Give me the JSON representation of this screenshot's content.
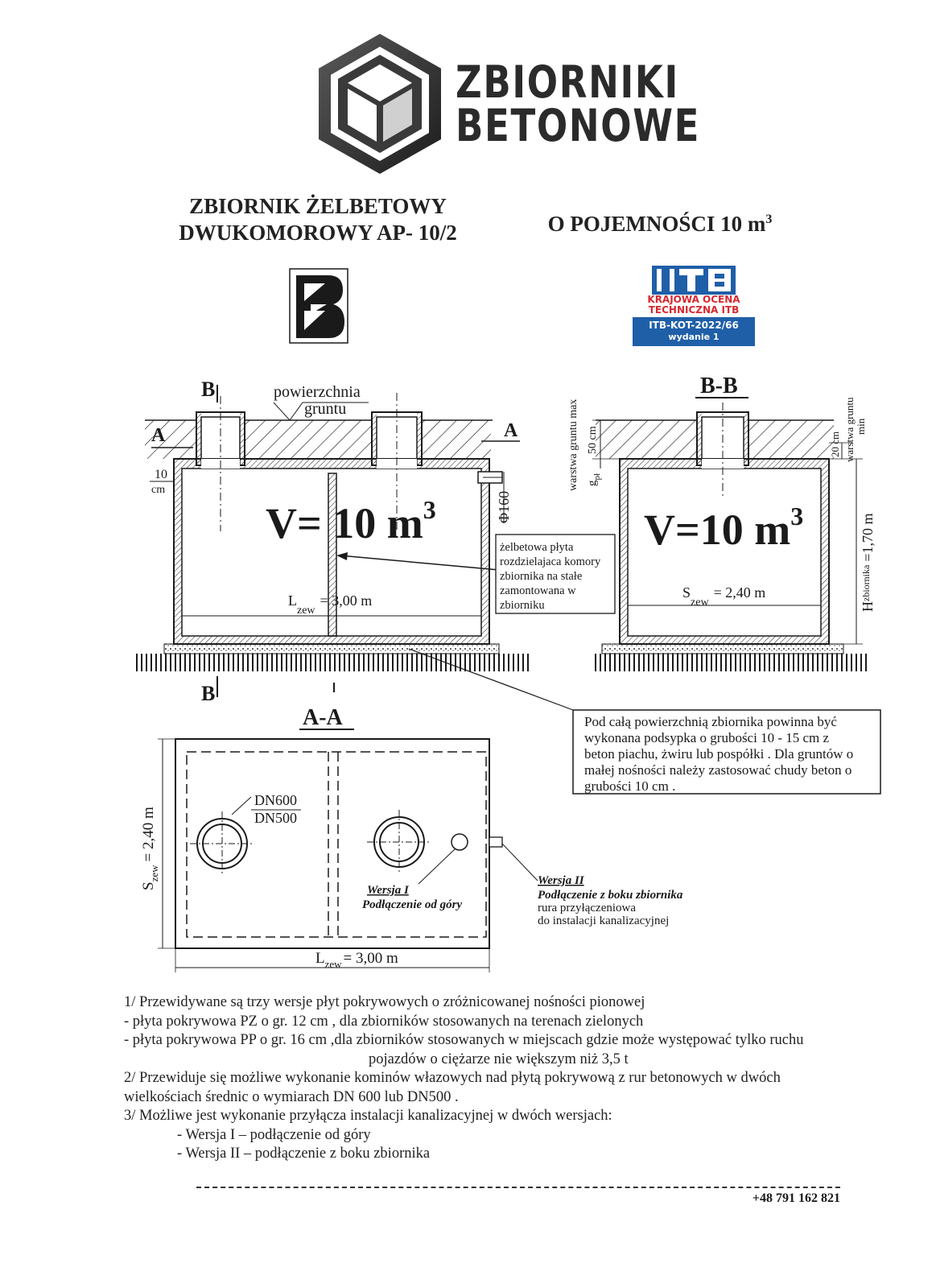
{
  "logo": {
    "line1": "ZBIORNIKI",
    "line2": "BETONOWE",
    "icon": "hexagon-cube-icon"
  },
  "title": {
    "left_line1": "ZBIORNIK ŻELBETOWY",
    "left_line2": "DWUKOMOROWY AP- 10/2",
    "right_main": "O POJEMNOŚCI 10 m",
    "right_sup": "3"
  },
  "badges": {
    "b_logo_icon": "b-letter-logo",
    "itb_logo": "ITB",
    "itb_line1": "KRAJOWA OCENA",
    "itb_line2": "TECHNICZNA ITB",
    "itb_code": "ITB-KOT-2022/66",
    "itb_edition": "wydanie 1"
  },
  "section_ab": {
    "label_b_top": "B",
    "label_b_bottom": "B",
    "label_a_left": "A",
    "label_a_right": "A",
    "ground_label_1": "powierzchnia",
    "ground_label_2": "gruntu",
    "wall_thickness": "10",
    "wall_unit": "cm",
    "volume": "V= 10 m",
    "volume_sup": "3",
    "pipe_diameter": "Φ160",
    "length_label": "L",
    "length_sub": "zew",
    "length_value": "= 3,00 m",
    "callout": [
      "żelbetowa płyta",
      "rozdzielajaca komory",
      "zbiornika na stałe",
      "zamontowana  w",
      "zbiorniku"
    ]
  },
  "section_bb": {
    "title": "B-B",
    "soil_max_label": "warstwa gruntu max",
    "soil_max_value": "50 cm",
    "soil_min_label_1": "warstwa gruntu",
    "soil_min_label_2": "min",
    "soil_min_value": "20 cm",
    "g_label": "g",
    "g_sub": "pł",
    "volume": "V=10 m",
    "volume_sup": "3",
    "width_label": "S",
    "width_sub": "zew",
    "width_value": "= 2,40 m",
    "height_label": "H",
    "height_sub": "zbiornika",
    "height_value": "=1,70 m"
  },
  "bedding_note": [
    "Pod całą powierzchnią zbiornika powinna być",
    "wykonana podsypka o grubości 10 - 15 cm  z",
    "beton piachu, żwiru lub pospółki . Dla gruntów o",
    "małej nośności należy zastosować chudy beton o",
    "grubości 10 cm ."
  ],
  "section_aa": {
    "title": "A-A",
    "dn_top": "DN600",
    "dn_bottom": "DN500",
    "version1_title": "Wersja I",
    "version1_desc": "Podłączenie od góry",
    "version2_title": "Wersja II",
    "version2_desc": "Podłączenie z boku  zbiornika",
    "version2_line2": "rura przyłączeniowa",
    "version2_line3": "do  instalacji kanalizacyjnej",
    "width_label": "S",
    "width_sub": "zew",
    "width_value": "= 2,40 m",
    "length_label": "L",
    "length_sub": "zew",
    "length_value": "= 3,00 m"
  },
  "notes": [
    "1/ Przewidywane są trzy wersje płyt pokrywowych o zróżnicowanej nośności pionowej",
    "- płyta pokrywowa PZ o gr. 12 cm , dla zbiorników stosowanych na terenach zielonych",
    "- płyta pokrywowa  PP o gr. 16 cm ,dla zbiorników stosowanych w miejscach gdzie może występować tylko ruchu",
    "pojazdów o ciężarze nie większym niż 3,5 t",
    "2/ Przewiduje się możliwe wykonanie kominów włazowych nad płytą pokrywową z rur betonowych w dwóch",
    "wielkościach średnic o wymiarach DN 600 lub DN500 .",
    "3/ Możliwe jest wykonanie przyłącza instalacji kanalizacyjnej w dwóch wersjach:",
    "- Wersja I – podłączenie od góry",
    "- Wersja II – podłączenie z boku zbiornika"
  ],
  "footer": {
    "phone": "+48 791 162 821"
  },
  "colors": {
    "ink": "#1a1a1a",
    "logo_dark": "#2b2b2b",
    "itb_blue": "#1f5fa8",
    "itb_red": "#d8282f"
  }
}
